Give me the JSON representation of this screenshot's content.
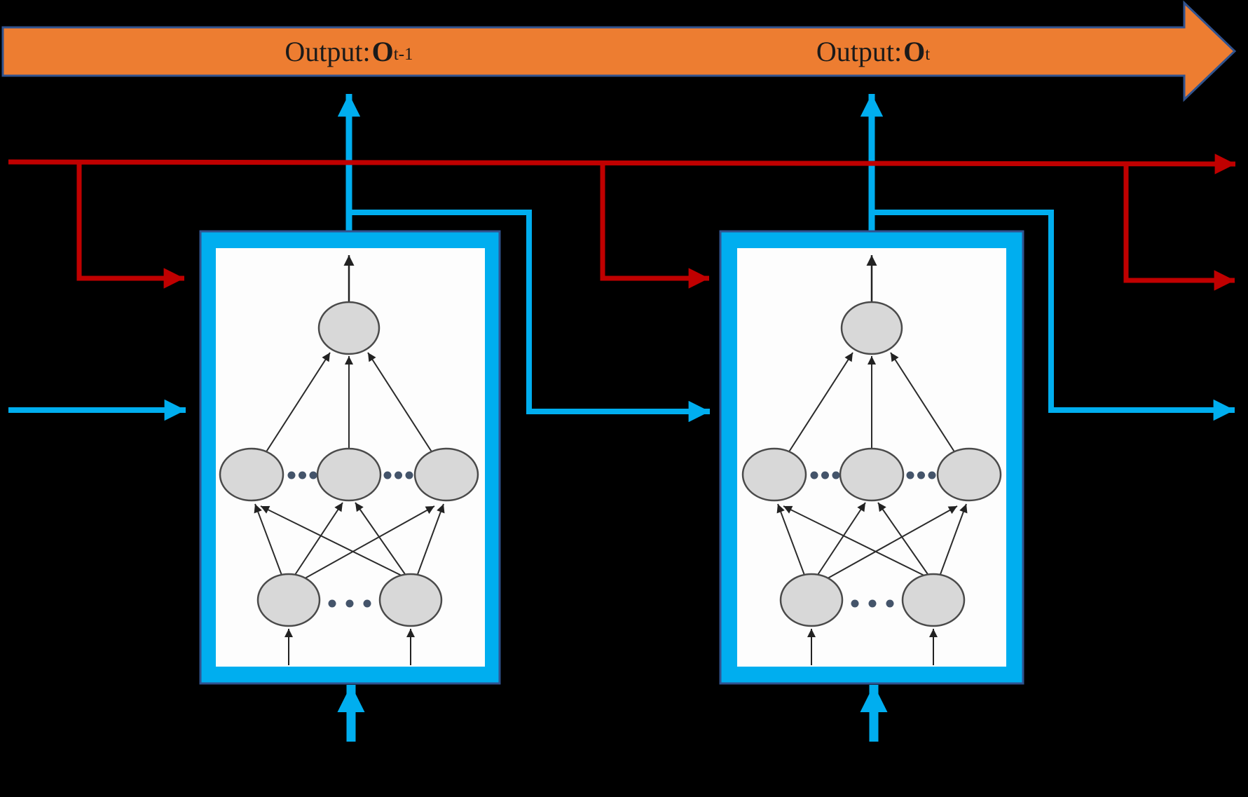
{
  "diagram": {
    "type": "recurrent-neural-network-unrolled",
    "output_labels": {
      "prev": {
        "text": "Output: ",
        "symbol": "O",
        "subscript": "t-1"
      },
      "curr": {
        "text": "Output: ",
        "symbol": "O",
        "subscript": "t"
      }
    },
    "blocks": [
      {
        "name": "network-block-t-minus-1",
        "layers": {
          "inputs": 2,
          "hidden": 3,
          "output": 1
        }
      },
      {
        "name": "network-block-t",
        "layers": {
          "inputs": 2,
          "hidden": 3,
          "output": 1
        }
      }
    ]
  },
  "colors": {
    "background": "#000000",
    "orange": "#ED7D31",
    "navy": "#31538F",
    "red": "#C00000",
    "blue": "#00AEEF",
    "nodeFill": "#D8D8D8",
    "nodeStroke": "#4A4A4A",
    "dot": "#44546A",
    "panel": "#FDFDFD",
    "ink": "#1A1A1A"
  }
}
